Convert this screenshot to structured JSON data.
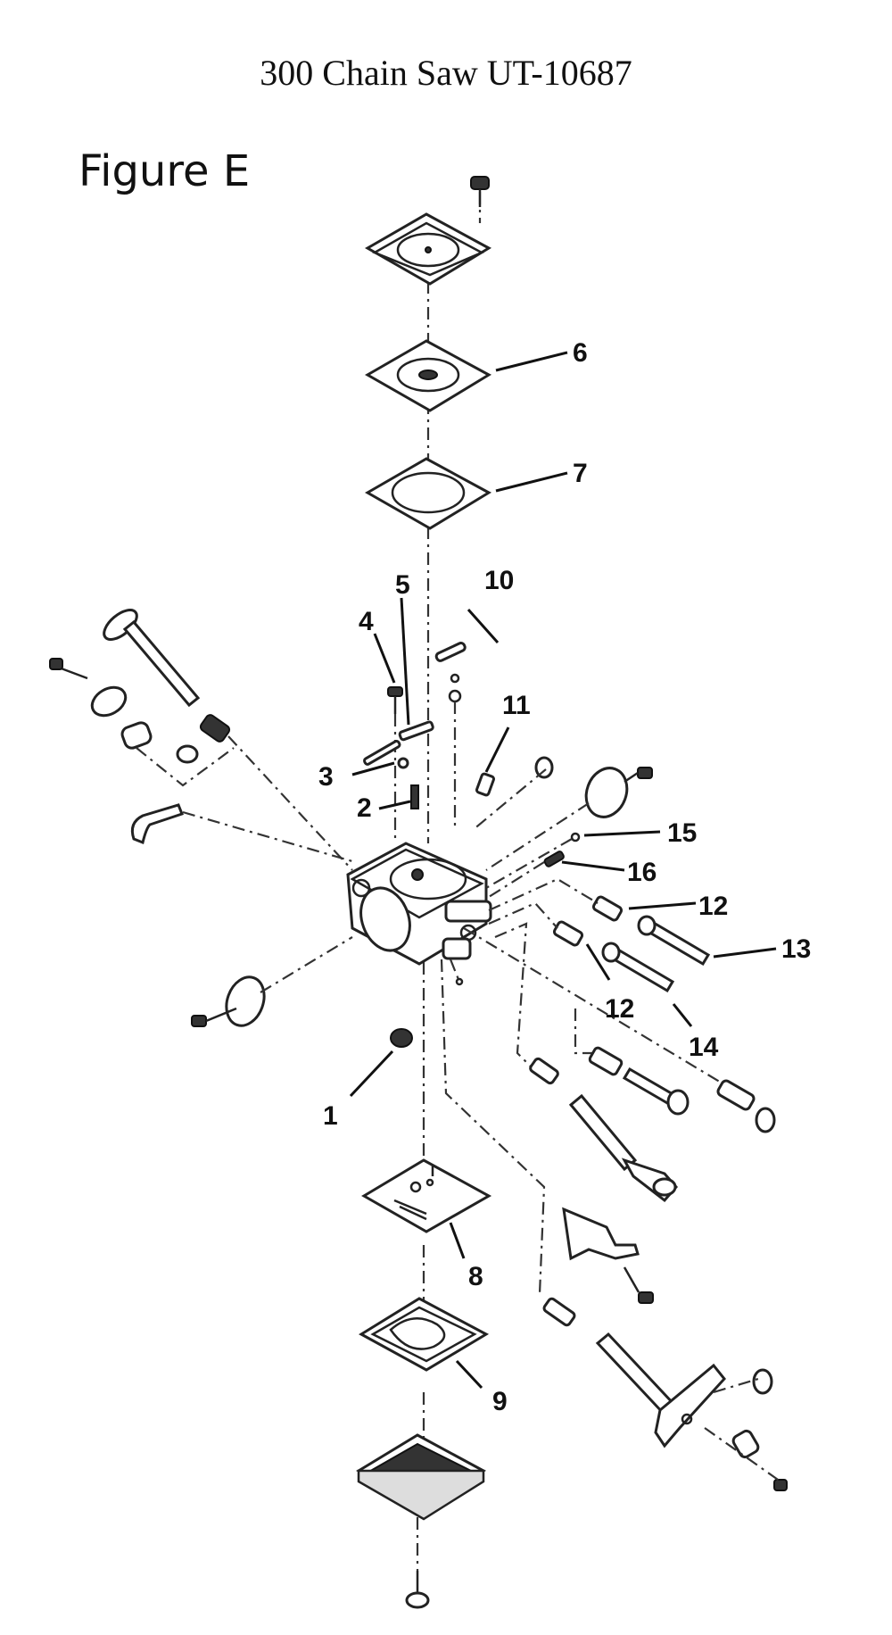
{
  "title": "300 Chain Saw UT-10687",
  "figure_label": "Figure E",
  "callouts": [
    "1",
    "2",
    "3",
    "4",
    "5",
    "6",
    "7",
    "8",
    "9",
    "10",
    "11",
    "12",
    "12",
    "13",
    "14",
    "15",
    "16"
  ]
}
